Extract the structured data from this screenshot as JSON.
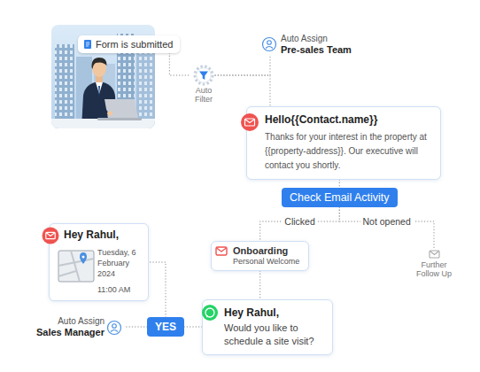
{
  "diagram": {
    "nodes": [
      {
        "text": [
          "Form is submitted"
        ]
      },
      {
        "text": [
          "Auto Filter"
        ]
      },
      {
        "text": [
          "Auto Assign",
          "Pre-sales Team"
        ]
      },
      {
        "text": [
          "Hello{{Contact.name}}",
          "Thanks for your interest in the property at {{property-address}}. Our executive will contact you shortly."
        ]
      },
      {
        "text": [
          "Check Email Activity"
        ]
      },
      {
        "text": [
          "Onboarding",
          "Personal Welcome"
        ]
      },
      {
        "text": [
          "Further Follow Up"
        ]
      },
      {
        "text": [
          "Hey Rahul,",
          "Would you like to schedule a site visit?"
        ]
      },
      {
        "text": [
          "YES"
        ]
      },
      {
        "text": [
          "Auto Assign",
          "Sales Manager"
        ]
      },
      {
        "text": [
          "Hey Rahul,",
          "Tuesday, 6 February 2024",
          "11:00 AM"
        ]
      }
    ],
    "edges": [
      {
        "from": 0,
        "to": 1,
        "arrow": "none"
      },
      {
        "from": 1,
        "to": 2,
        "arrow": "none"
      },
      {
        "from": 1,
        "to": 3,
        "arrow": "none"
      },
      {
        "from": 3,
        "to": 4,
        "arrow": "none"
      },
      {
        "from": 4,
        "to": 5,
        "label": "Clicked",
        "arrow": "none"
      },
      {
        "from": 4,
        "to": 6,
        "label": "Not opened",
        "arrow": "none"
      },
      {
        "from": 5,
        "to": 7,
        "arrow": "none"
      },
      {
        "from": 7,
        "to": 8,
        "arrow": "none"
      },
      {
        "from": 8,
        "to": 9,
        "arrow": "none"
      },
      {
        "from": 8,
        "to": 10,
        "arrow": "none"
      }
    ]
  }
}
